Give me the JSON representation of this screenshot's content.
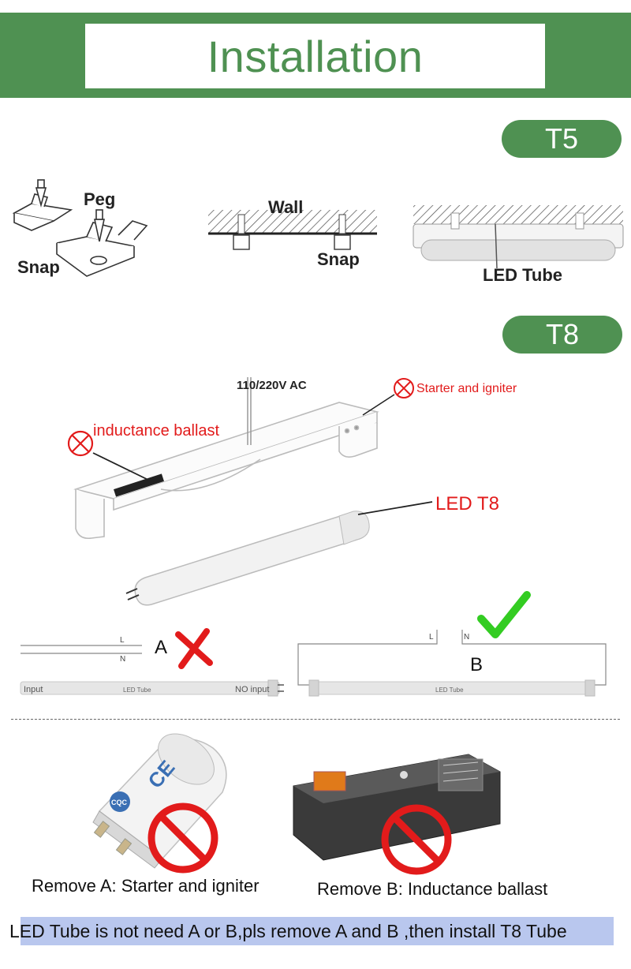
{
  "header": {
    "title": "Installation"
  },
  "sections": {
    "t5": {
      "badge": "T5",
      "labels": {
        "peg": "Peg",
        "snap1": "Snap",
        "wall": "Wall",
        "snap2": "Snap",
        "led_tube": "LED Tube"
      }
    },
    "t8": {
      "badge": "T8",
      "labels": {
        "voltage": "110/220V AC",
        "starter": "Starter and igniter",
        "ballast": "inductance ballast",
        "led_t8": "LED T8"
      }
    }
  },
  "wiring": {
    "a": {
      "letter": "A",
      "L": "L",
      "N": "N",
      "input": "Input",
      "tube": "LED Tube",
      "no_input": "NO input"
    },
    "b": {
      "letter": "B",
      "L": "L",
      "N": "N",
      "tube": "LED Tube"
    }
  },
  "components": {
    "starter_marks": {
      "cqc": "CQC",
      "ce": "CE"
    },
    "remove_a": "Remove A: Starter and igniter",
    "remove_b": "Remove B: Inductance ballast"
  },
  "footer": {
    "note": "LED Tube is not need A or B,pls remove A and B ,then install T8 Tube"
  },
  "colors": {
    "brand_green": "#4f9152",
    "warning_red": "#e21b1b",
    "check_green": "#33cc22",
    "footer_blue": "#b9c7ee"
  }
}
